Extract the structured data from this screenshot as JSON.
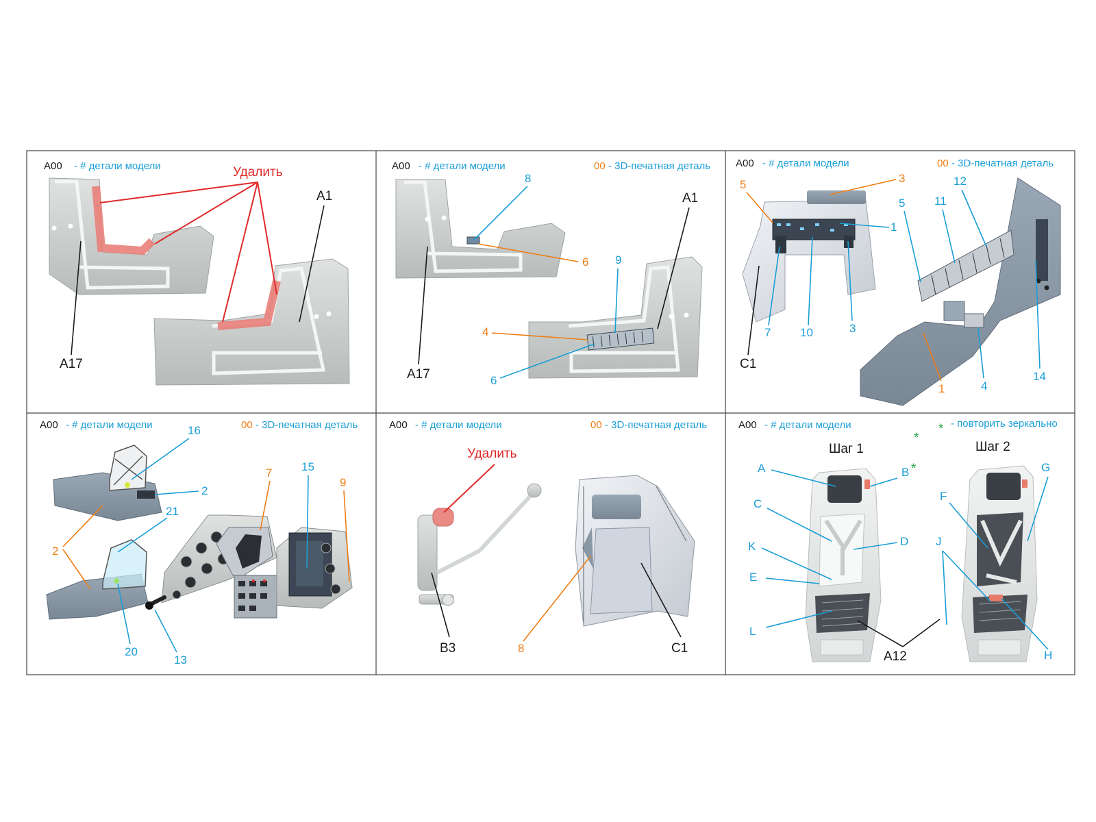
{
  "colors": {
    "model_part": "#1a1a1a",
    "photo_etch": "#1a9ed6",
    "printed_part": "#ef7d14",
    "remove": "#e02a2a",
    "mirror": "#27a845",
    "grey_plastic": "#c9cdcc",
    "blue_grey_print": "#8a98a6",
    "clear_part": "#dfe3e8",
    "frame": "#444444"
  },
  "legend": {
    "model_code": "A00",
    "model_text": "- # детали модели",
    "print_code": "00",
    "print_text": "- 3D-печатная деталь",
    "mirror_star": "*",
    "mirror_text": "- повторить зеркально"
  },
  "panels": {
    "p1": {
      "remove": "Удалить",
      "a1": "A1",
      "a17": "A17"
    },
    "p2": {
      "n8": "8",
      "n6a": "6",
      "n9": "9",
      "n4": "4",
      "n6b": "6",
      "a1": "A1",
      "a17": "A17"
    },
    "p3": {
      "n5o": "5",
      "n3o": "3",
      "n1a": "1",
      "n7": "7",
      "n10": "10",
      "n3": "3",
      "c1": "C1",
      "n5": "5",
      "n11": "11",
      "n12": "12",
      "n1o": "1",
      "n4": "4",
      "n14": "14"
    },
    "p4": {
      "n16": "16",
      "n2a": "2",
      "n21": "21",
      "n2o": "2",
      "n20": "20",
      "n13": "13",
      "n7o": "7",
      "n15": "15",
      "n9o": "9"
    },
    "p5": {
      "remove": "Удалить",
      "b3": "B3",
      "n8o": "8",
      "c1": "C1"
    },
    "p6": {
      "step1": "Шаг 1",
      "step2": "Шаг 2",
      "A": "A",
      "B": "B",
      "C": "C",
      "D": "D",
      "K": "K",
      "E": "E",
      "L": "L",
      "a12": "A12",
      "F": "F",
      "G": "G",
      "J": "J",
      "H": "H"
    }
  }
}
